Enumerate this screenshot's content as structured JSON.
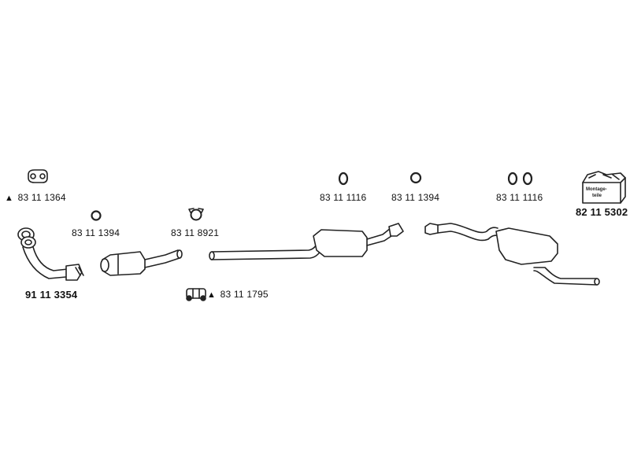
{
  "parts": {
    "flange_gasket": "83 11 1364",
    "ring_left": "83 11 1394",
    "clamp_small": "83 11 8921",
    "front_pipe": "91 11 3354",
    "double_clamp": "83 11 1795",
    "ring_middle_1116": "83 11 1116",
    "ring_middle_1394": "83 11 1394",
    "double_ring_right": "83 11 1116",
    "mounting_kit": "82 11 5302"
  },
  "markers": {
    "flange_gasket": "▲",
    "double_clamp": "▲"
  },
  "mounting_kit_box": {
    "line1": "Montage-",
    "line2": "teile"
  },
  "colors": {
    "stroke": "#222222",
    "fill": "#ffffff"
  }
}
